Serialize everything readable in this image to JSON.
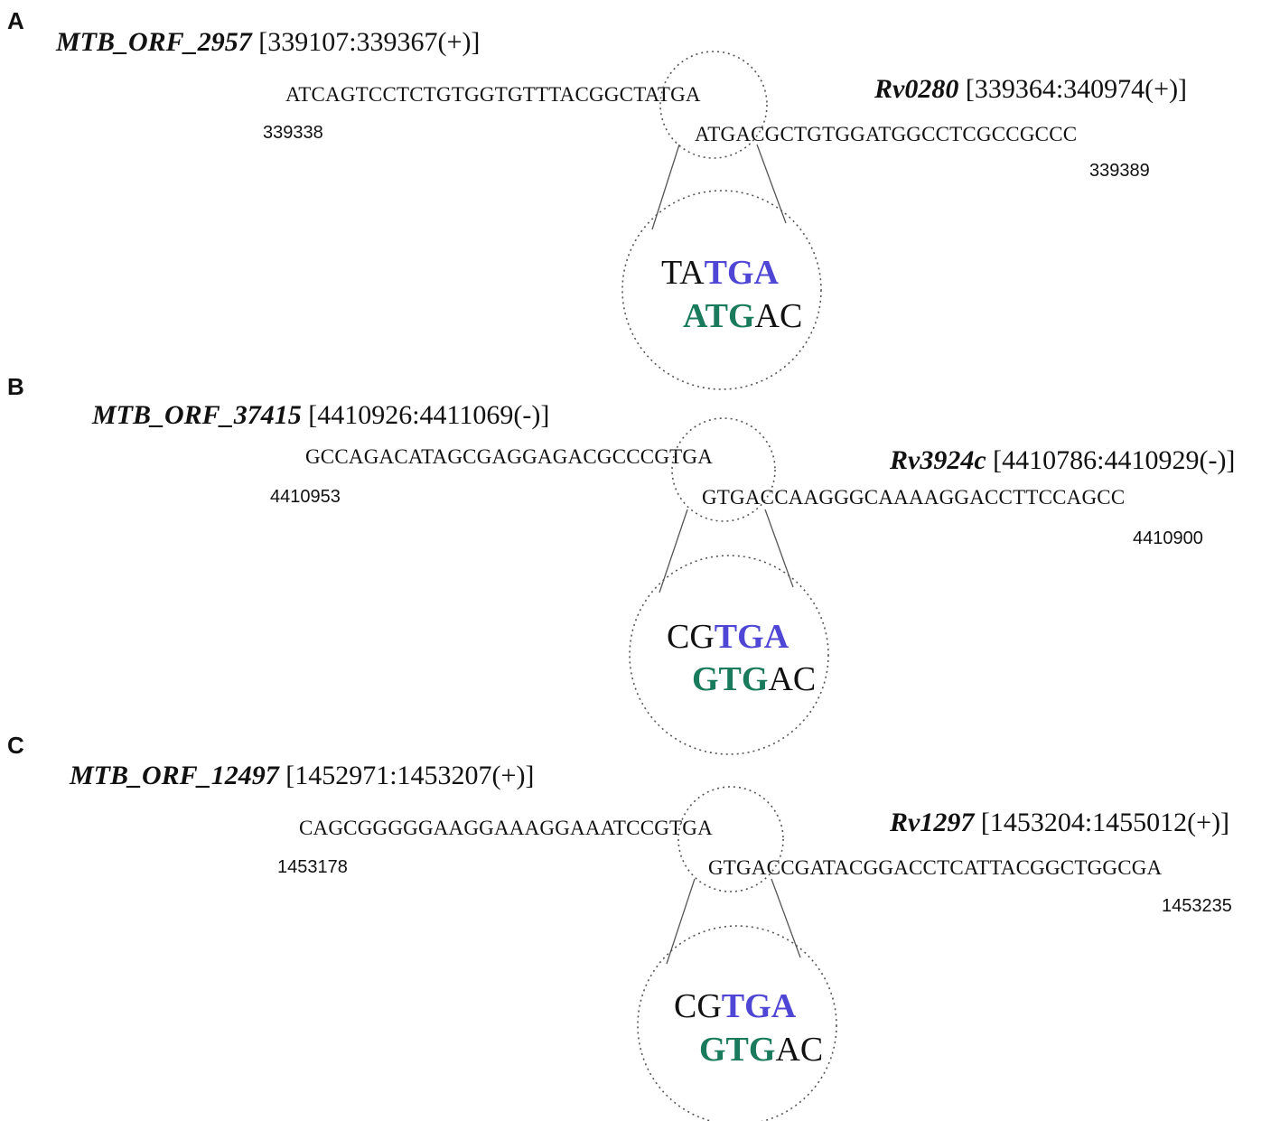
{
  "panels": [
    {
      "letter": "A",
      "orf_name": "MTB_ORF_2957",
      "orf_coords": "[339107:339367(+)]",
      "rv_name": "Rv0280",
      "rv_coords": "[339364:340974(+)]",
      "upper_seq": "ATCAGTCCTCTGTGGTGTTTACGGCTATGA",
      "upper_pos": "339338",
      "lower_seq": "ATGACGCTGTGGATGGCCTCGCCGCCC",
      "lower_pos": "339389",
      "zoom_top_plain": "TA",
      "zoom_top_stop": "TGA",
      "zoom_bottom_start": "ATG",
      "zoom_bottom_plain": "AC"
    },
    {
      "letter": "B",
      "orf_name": "MTB_ORF_37415",
      "orf_coords": "[4410926:4411069(-)]",
      "rv_name": "Rv3924c",
      "rv_coords": "[4410786:4410929(-)]",
      "upper_seq": "GCCAGACATAGCGAGGAGACGCCCGTGA",
      "upper_pos": "4410953",
      "lower_seq": "GTGACCAAGGGCAAAAGGACCTTCCAGCC",
      "lower_pos": "4410900",
      "zoom_top_plain": "CG",
      "zoom_top_stop": "TGA",
      "zoom_bottom_start": "GTG",
      "zoom_bottom_plain": "AC"
    },
    {
      "letter": "C",
      "orf_name": "MTB_ORF_12497",
      "orf_coords": "[1452971:1453207(+)]",
      "rv_name": "Rv1297",
      "rv_coords": "[1453204:1455012(+)]",
      "upper_seq": "CAGCGGGGGAAGGAAAGGAAATCCGTGA",
      "upper_pos": "1453178",
      "lower_seq": "GTGACCGATACGGACCTCATTACGGCTGGCGA",
      "lower_pos": "1453235",
      "zoom_top_plain": "CG",
      "zoom_top_stop": "TGA",
      "zoom_bottom_start": "GTG",
      "zoom_bottom_plain": "AC"
    }
  ],
  "colors": {
    "stop_codon": "#4f46d6",
    "start_codon": "#1a7a5c",
    "dotted_circle": "#555555"
  }
}
